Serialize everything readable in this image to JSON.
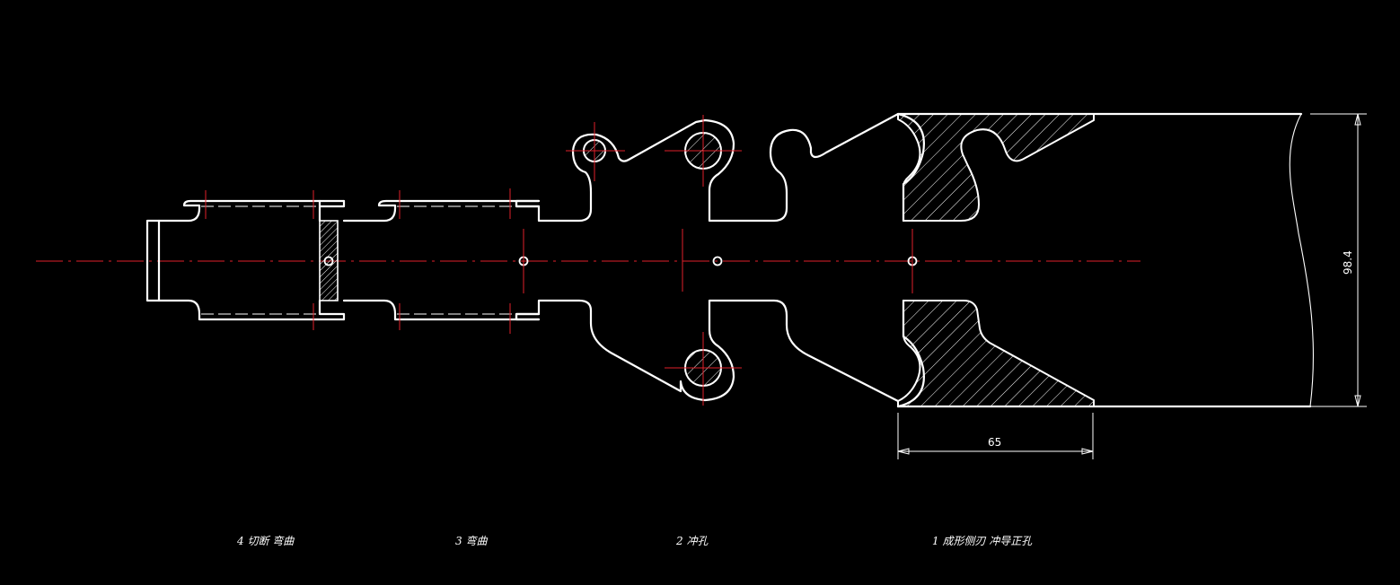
{
  "dimensions": {
    "width_label": "65",
    "height_label": "98.4"
  },
  "stations": [
    {
      "label": "4 切断 弯曲"
    },
    {
      "label": "3 弯曲"
    },
    {
      "label": "2 冲孔"
    },
    {
      "label": "1 成形侧刃 冲导正孔"
    }
  ],
  "colors": {
    "background": "#000000",
    "outline": "#ffffff",
    "centerline": "#e0202a"
  }
}
